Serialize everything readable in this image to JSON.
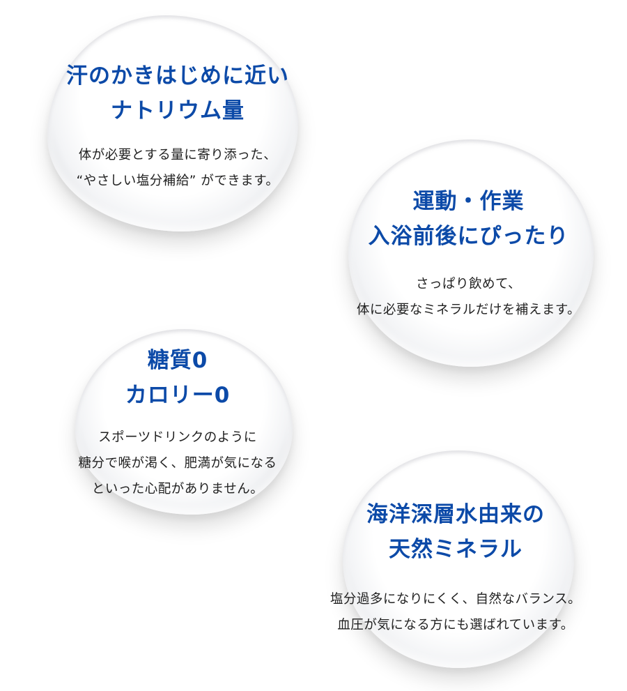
{
  "items": [
    {
      "title_lines": [
        "汗のかきはじめに近い",
        "ナトリウム量"
      ],
      "desc_lines": [
        "体が必要とする量に寄り添った、",
        "“やさしい塩分補給” ができます。"
      ]
    },
    {
      "title_lines": [
        "運動・作業",
        "入浴前後にぴったり"
      ],
      "desc_lines": [
        "さっぱり飲めて、",
        "体に必要なミネラルだけを補えます。"
      ]
    },
    {
      "title_lines": [
        "糖質0",
        "カロリー0"
      ],
      "desc_lines": [
        "スポーツドリンクのように",
        "糖分で喉が渇く、肥満が気になる",
        "といった心配がありません。"
      ]
    },
    {
      "title_lines": [
        "海洋深層水由来の",
        "天然ミネラル"
      ],
      "desc_lines": [
        "塩分過多になりにくく、自然なバランス。",
        "血圧が気になる方にも選ばれています。"
      ]
    }
  ]
}
